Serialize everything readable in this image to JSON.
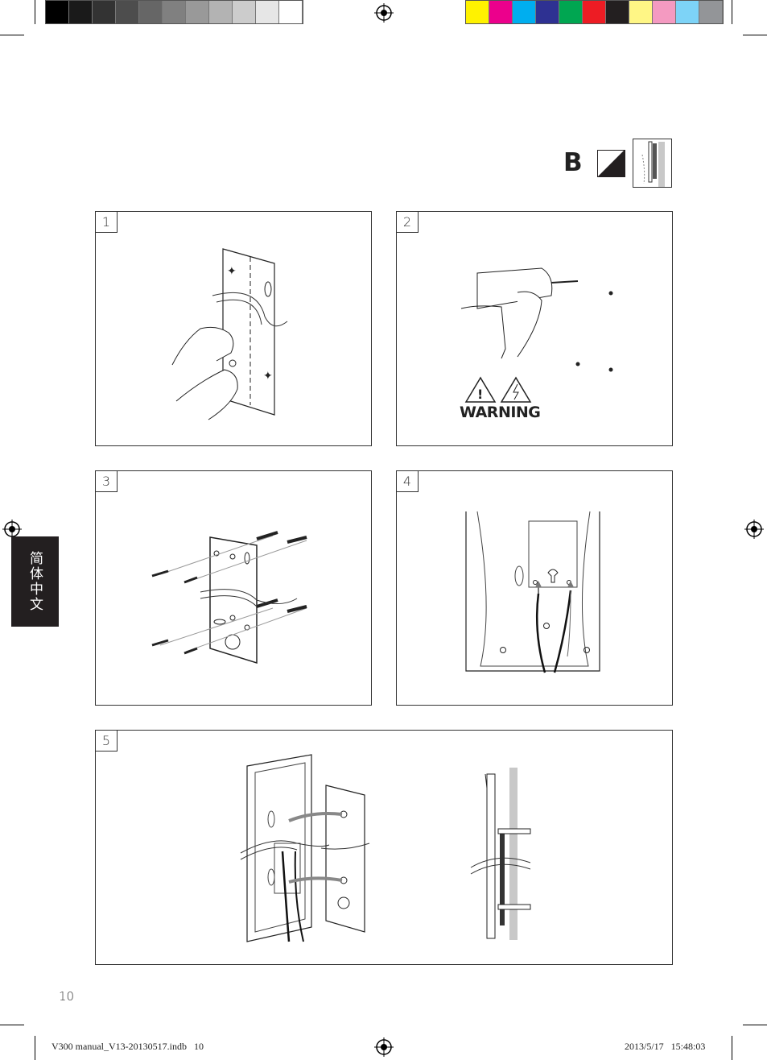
{
  "colors": {
    "grayscale": [
      "#000000",
      "#1a1a1a",
      "#333333",
      "#4d4d4d",
      "#666666",
      "#808080",
      "#999999",
      "#b3b3b3",
      "#cccccc",
      "#e6e6e6",
      "#ffffff"
    ],
    "process": [
      "#fff200",
      "#ec008c",
      "#00aeef",
      "#2e3192",
      "#00a651",
      "#ed1c24",
      "#231f20",
      "#fff685",
      "#f49ac1",
      "#7dd3f7",
      "#939598"
    ]
  },
  "section": {
    "letter": "B"
  },
  "language_tab": {
    "label": "简体中文"
  },
  "panels": [
    {
      "number": "1"
    },
    {
      "number": "2",
      "warning_text": "WARNING"
    },
    {
      "number": "3"
    },
    {
      "number": "4"
    },
    {
      "number": "5"
    }
  ],
  "page_number": "10",
  "footer": {
    "file": "V300 manual_V13-20130517.indb   10",
    "date": "2013/5/17   15:48:03"
  }
}
